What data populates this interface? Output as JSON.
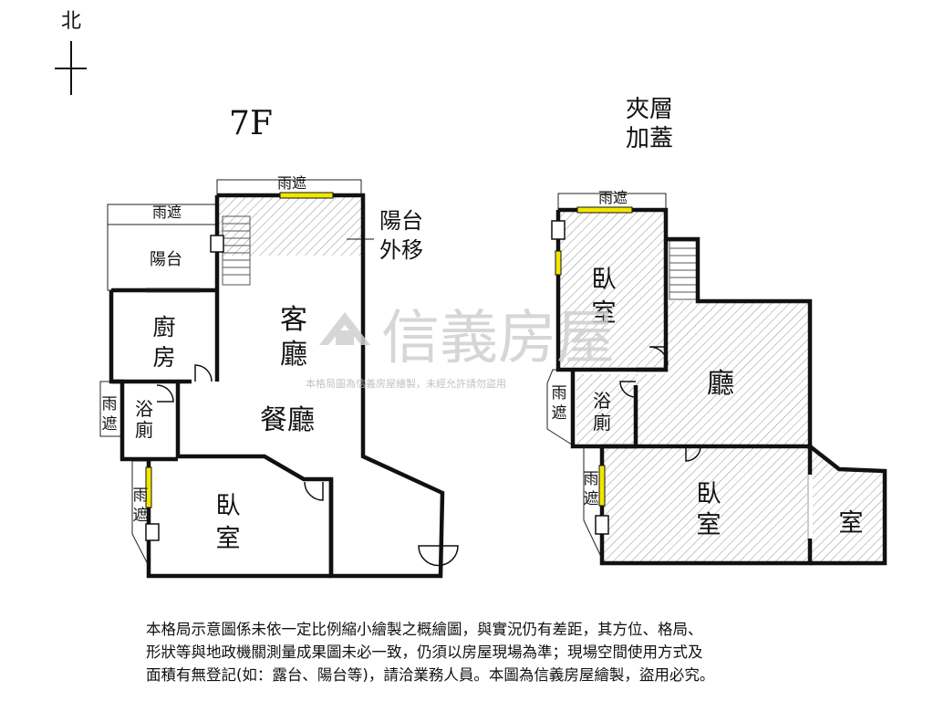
{
  "compass": {
    "north": "北"
  },
  "floor_7f": {
    "title": "7F",
    "rooms": {
      "living": [
        "客",
        "廳"
      ],
      "dining": "餐廳",
      "kitchen": [
        "廚",
        "房"
      ],
      "bath": [
        "浴",
        "廁"
      ],
      "bedroom": [
        "臥",
        "室"
      ],
      "balcony": "陽台"
    },
    "rain_cover": "雨遮",
    "rain_cover_vertical": [
      "雨",
      "遮"
    ],
    "balcony_note": [
      "陽台",
      "外移"
    ]
  },
  "mezzanine": {
    "title": [
      "夾層",
      "加蓋"
    ],
    "rooms": {
      "bedroom_top": [
        "臥",
        "室"
      ],
      "hall": "廳",
      "bath": [
        "浴",
        "廁"
      ],
      "bedroom_bottom": [
        "臥",
        "室"
      ],
      "room_right": "室"
    },
    "rain_cover": "雨遮",
    "rain_cover_vertical": [
      "雨",
      "遮"
    ]
  },
  "watermark": {
    "brand": "信義房屋",
    "notice": "本格局圖為信義房屋繪製，未經允許請勿盜用"
  },
  "disclaimer": [
    "本格局示意圖係未依一定比例縮小繪製之概繪圖，與實況仍有差距，其方位、格局、",
    "形狀等與地政機關測量成果圖未必一致，仍須以房屋現場為準；現場空間使用方式及",
    "面積有無登記(如：露台、陽台等)，請洽業務人員。本圖為信義房屋繪製，盜用必究。"
  ],
  "colors": {
    "wall": "#111111",
    "window": "#f2e600",
    "hatch": "#9a9a9a",
    "watermark": "#cfcfcf"
  }
}
